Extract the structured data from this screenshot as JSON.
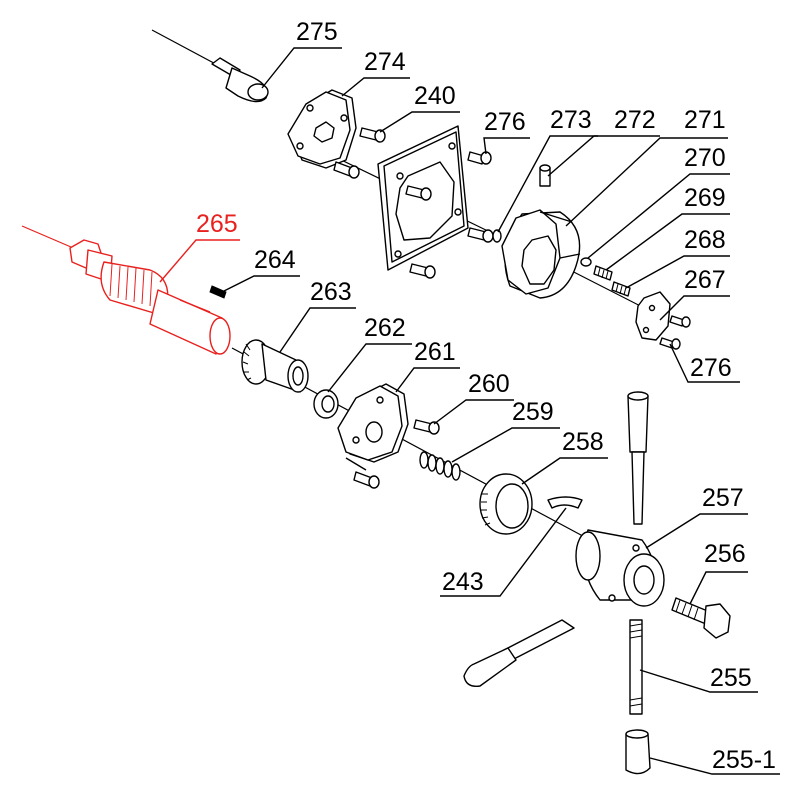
{
  "labels": {
    "p275": "275",
    "p274": "274",
    "p240": "240",
    "p276a": "276",
    "p273": "273",
    "p272": "272",
    "p271": "271",
    "p270": "270",
    "p269": "269",
    "p268": "268",
    "p267": "267",
    "p276b": "276",
    "p265": "265",
    "p264": "264",
    "p263": "263",
    "p262": "262",
    "p261": "261",
    "p260": "260",
    "p259": "259",
    "p258": "258",
    "p257": "257",
    "p256": "256",
    "p243": "243",
    "p255": "255",
    "p2551": "255-1"
  },
  "highlight_color": "#e8211e",
  "highlighted_part": "265"
}
